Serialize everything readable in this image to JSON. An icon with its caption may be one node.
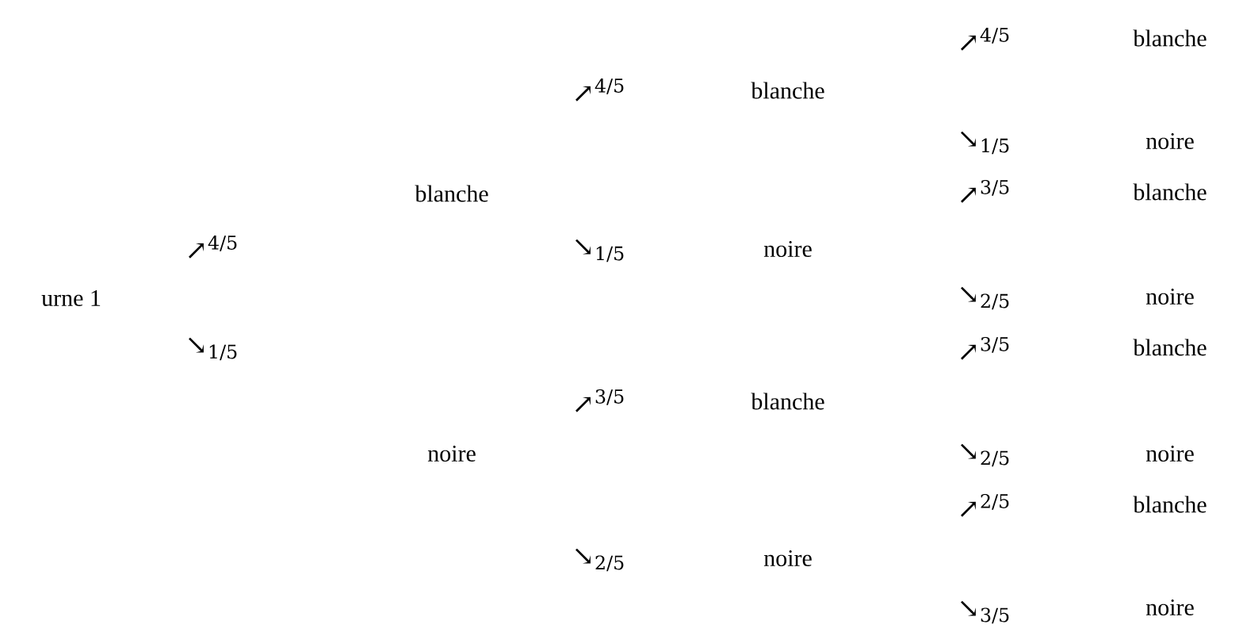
{
  "diagram": {
    "nodes": [
      {
        "text": [
          "urne 1"
        ]
      },
      {
        "text": [
          "blanche"
        ]
      },
      {
        "text": [
          "noire"
        ]
      },
      {
        "text": [
          "blanche"
        ]
      },
      {
        "text": [
          "noire"
        ]
      },
      {
        "text": [
          "blanche"
        ]
      },
      {
        "text": [
          "noire"
        ]
      },
      {
        "text": [
          "blanche"
        ]
      },
      {
        "text": [
          "noire"
        ]
      },
      {
        "text": [
          "blanche"
        ]
      },
      {
        "text": [
          "noire"
        ]
      },
      {
        "text": [
          "blanche"
        ]
      },
      {
        "text": [
          "noire"
        ]
      },
      {
        "text": [
          "blanche"
        ]
      },
      {
        "text": [
          "noire"
        ]
      }
    ],
    "labels": [
      "↗$^{4/5}$",
      "↘$_{1/5}$",
      "↗$^{4/5}$",
      "↘$_{1/5}$",
      "↗$^{3/5}$",
      "↘$_{2/5}$",
      "↗$^{4/5}$",
      "↘$_{1/5}$",
      "↗$^{3/5}$",
      "↘$_{2/5}$",
      "↗$^{3/5}$",
      "↘$_{2/5}$",
      "↗$^{2/5}$",
      "↘$_{3/5}$"
    ]
  }
}
